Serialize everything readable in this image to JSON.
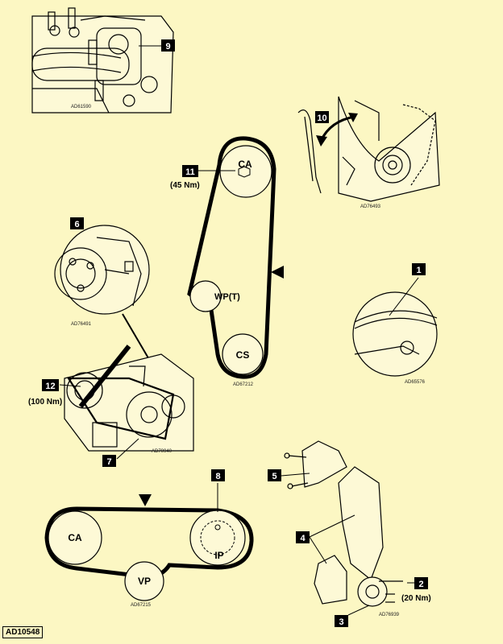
{
  "callouts": {
    "c1": "1",
    "c2": "2",
    "c3": "3",
    "c4": "4",
    "c5": "5",
    "c6": "6",
    "c7": "7",
    "c8": "8",
    "c9": "9",
    "c10": "10",
    "c11": "11",
    "c12": "12"
  },
  "torques": {
    "t11": "(45 Nm)",
    "t12": "(100 Nm)",
    "t2": "(20 Nm)"
  },
  "pulleys": {
    "ca_top": "CA",
    "wp": "WP(T)",
    "cs": "CS",
    "ca_bottom": "CA",
    "ip": "IP",
    "vp": "VP"
  },
  "figure_codes": {
    "top_left": "AD61590",
    "top_right": "AD76493",
    "mid_left": "AD76491",
    "belt_top": "AD67212",
    "mid_right": "AD65576",
    "lower_left": "AD70940",
    "belt_bottom": "AD67215",
    "lower_right": "AD76939",
    "sheet": "AD10548"
  },
  "colors": {
    "background": "#fcf7c3",
    "ink": "#000000"
  }
}
